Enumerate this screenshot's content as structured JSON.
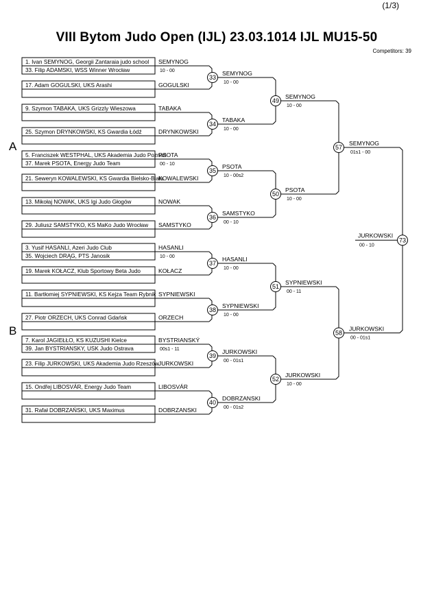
{
  "page_indicator": "(1/3)",
  "title": "VIII Bytom Judo Open (IJL)  23.03.1014  IJL   MU15-50",
  "competitors": "Competitors: 39",
  "pool_a_label": "A",
  "pool_b_label": "B",
  "entries": [
    "1. Ivan SEMYNOG, Georgii Zantaraia judo school",
    "33. Filip ADAMSKI, WSS Winner Wrocław",
    "17. Adam GOGULSKI, UKS Arashi",
    "9. Szymon TABAKA, UKS Grizzly Wieszowa",
    "25. Szymon DRYNKOWSKI, KS Gwardia Łódź",
    "5. Franciszek WESTPHAL, UKS Akademia Judo Poznań",
    "37. Marek PSOTA, Energy Judo Team",
    "21. Seweryn KOWALEWSKI, KS Gwardia Bielsko-Biała",
    "13. Mikołaj NOWAK, UKS Igi Judo Głogów",
    "29. Juliusz SAMSTYKO, KS MaKo Judo Wrocław",
    "3. Yusif HASANLI, Azeri Judo Club",
    "35. Wojciech DRĄG, PTS Janosik",
    "19. Marek KOŁACZ, Klub Sportowy Beta Judo",
    "11. Bartłomiej SYPNIEWSKI, KS Kejza Team Rybnik",
    "27. Piotr ORZECH, UKS Conrad Gdańsk",
    "7. Karol JAGIEŁŁO, KS KUZUSHI Kielce",
    "39. Jan BYSTRIANSKY, USK Judo Ostrava",
    "23. Filip JURKOWSKI, UKS Akademia Judo Rzeszów",
    "15. Ondřej LIBOSVÁR, Energy Judo Team",
    "31. Rafał DOBRZAŃSKI, UKS Maximus"
  ],
  "first_round": [
    {
      "winner": "SEMYNOG",
      "score": "10 - 00"
    },
    {
      "winner": "PSOTA",
      "score": "00 - 10"
    },
    {
      "winner": "HASANLI",
      "score": "10 - 00"
    },
    {
      "winner": "BYSTRIANSKÝ",
      "score": "00s1 - 11"
    }
  ],
  "byes": [
    "GOGULSKI",
    "TABAKA",
    "DRYNKOWSKI",
    "KOWALEWSKI",
    "NOWAK",
    "SAMSTYKO",
    "KOŁACZ",
    "SYPNIEWSKI",
    "ORZECH",
    "JURKOWSKI",
    "LIBOSVÁR",
    "DOBRZANSKI"
  ],
  "round2": [
    {
      "match": "33",
      "winner": "SEMYNOG",
      "score": "10 - 00"
    },
    {
      "match": "34",
      "winner": "TABAKA",
      "score": "10 - 00"
    },
    {
      "match": "35",
      "winner": "PSOTA",
      "score": "10 - 00s2"
    },
    {
      "match": "36",
      "winner": "SAMSTYKO",
      "score": "00 - 10"
    },
    {
      "match": "37",
      "winner": "HASANLI",
      "score": "10 - 00"
    },
    {
      "match": "38",
      "winner": "SYPNIEWSKI",
      "score": "10 - 00"
    },
    {
      "match": "39",
      "winner": "JURKOWSKI",
      "score": "00 - 01s1"
    },
    {
      "match": "40",
      "winner": "DOBRZANSKI",
      "score": "00 - 01s2"
    }
  ],
  "round3": [
    {
      "match": "49",
      "winner": "SEMYNOG",
      "score": "10 - 00"
    },
    {
      "match": "50",
      "winner": "PSOTA",
      "score": "10 - 00"
    },
    {
      "match": "51",
      "winner": "SYPNIEWSKI",
      "score": "00 - 11"
    },
    {
      "match": "52",
      "winner": "JURKOWSKI",
      "score": "10 - 00"
    }
  ],
  "round4": [
    {
      "match": "57",
      "winner": "SEMYNOG",
      "score": "01s1 - 00"
    },
    {
      "match": "58",
      "winner": "JURKOWSKI",
      "score": "00 - 01s1"
    }
  ],
  "final": {
    "match": "73",
    "winner": "JURKOWSKI",
    "score": "00 - 10"
  }
}
